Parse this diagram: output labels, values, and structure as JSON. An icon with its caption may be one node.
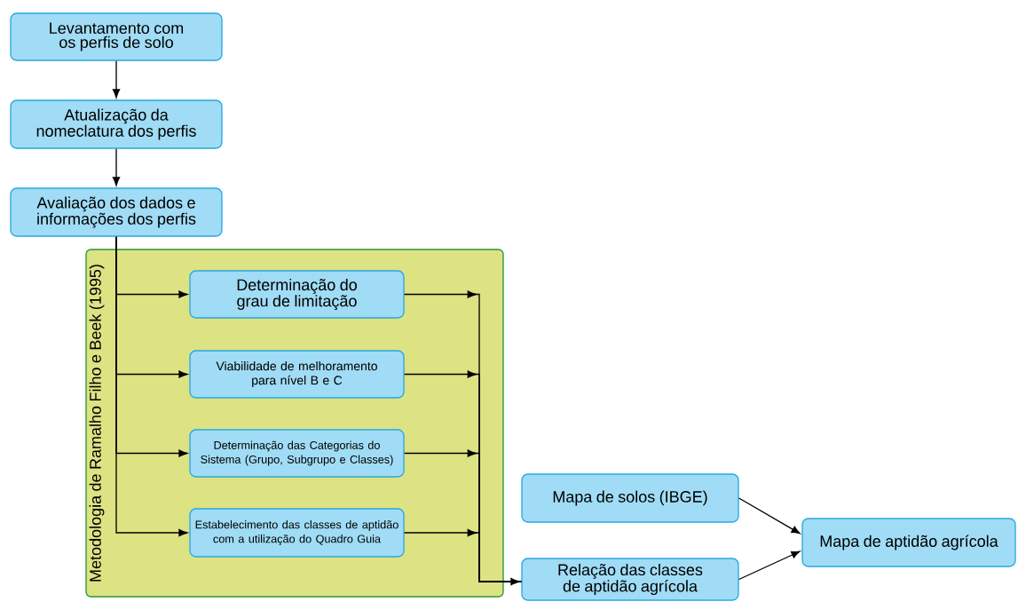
{
  "diagram": {
    "nodes": [
      {
        "text": [
          "Levantamento com os perfis de solo"
        ]
      },
      {
        "text": [
          "Atualização da nomeclatura dos perfis"
        ]
      },
      {
        "text": [
          "Avaliação dos dados e informações dos perfis"
        ]
      },
      {
        "text": [
          "Metodologia de Ramalho Filho e Beek (1995)"
        ]
      },
      {
        "text": [
          "Determinação do grau de limitação"
        ],
        "in": 3
      },
      {
        "text": [
          "Viabilidade de melhoramento para nível B e C"
        ],
        "in": 3
      },
      {
        "text": [
          "Determinação das Categorias do Sistema (Grupo, Subgrupo e Classes)"
        ],
        "in": 3
      },
      {
        "text": [
          "Estabelecimento das classes de aptidão com a utilização do Quadro Guia"
        ],
        "in": 3
      },
      {
        "text": [
          "Mapa de solos (IBGE)"
        ]
      },
      {
        "text": [
          "Relação das classes de aptidão agrícola"
        ]
      },
      {
        "text": [
          "Mapa de aptidão agrícola"
        ]
      }
    ],
    "edges": [
      {
        "from": 0,
        "to": 1,
        "arrow": "to"
      },
      {
        "from": 1,
        "to": 2,
        "arrow": "to"
      },
      {
        "from": 2,
        "to": 4,
        "arrow": "to"
      },
      {
        "from": 2,
        "to": 5,
        "arrow": "to"
      },
      {
        "from": 2,
        "to": 6,
        "arrow": "to"
      },
      {
        "from": 2,
        "to": 7,
        "arrow": "to"
      },
      {
        "from": 4,
        "to": 9,
        "arrow": "to"
      },
      {
        "from": 5,
        "to": 9,
        "arrow": "to"
      },
      {
        "from": 6,
        "to": 9,
        "arrow": "to"
      },
      {
        "from": 7,
        "to": 9,
        "arrow": "to"
      },
      {
        "from": 8,
        "to": 10,
        "arrow": "to"
      },
      {
        "from": 9,
        "to": 10,
        "arrow": "to"
      }
    ]
  }
}
